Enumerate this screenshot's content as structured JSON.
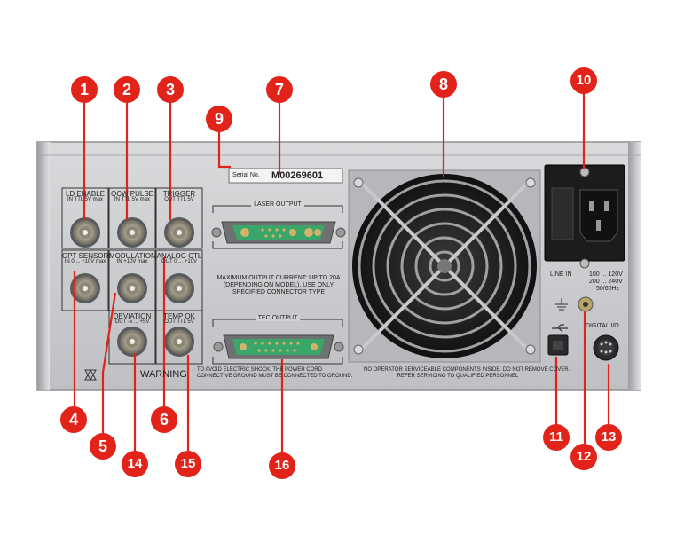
{
  "device": {
    "serial_label": "Serial No.",
    "serial_number": "M00269601",
    "connector_groups": {
      "ld_enable": {
        "title": "LD ENABLE",
        "sub": "IN  TTL 5V max"
      },
      "qcw_pulse": {
        "title": "QCW PULSE",
        "sub": "IN  TTL 5V max"
      },
      "trigger": {
        "title": "TRIGGER",
        "sub": "OUT TTL 5V"
      },
      "opt_sensor": {
        "title": "OPT SENSOR",
        "sub": "IN  0 ... +10V max"
      },
      "modulation": {
        "title": "MODULATION",
        "sub": "IN  +10V max"
      },
      "analog_ctl": {
        "title": "ANALOG CTL",
        "sub": "OUT  0 ... +10V"
      },
      "deviation": {
        "title": "DEVIATION",
        "sub": "OUT  -5 ... +5V"
      },
      "temp_ok": {
        "title": "TEMP OK",
        "sub": "OUT TTL 5V"
      }
    },
    "laser_output": "LASER OUTPUT",
    "tec_output": "TEC OUTPUT",
    "max_current_note": [
      "MAXIMUM OUTPUT CURRENT: UP TO 20A",
      "(DEPENDING ON MODEL). USE ONLY",
      "SPECIFIED CONNECTOR TYPE"
    ],
    "warning_title": "WARNING",
    "warning_text": [
      "TO AVOID ELECTRIC SHOCK, THE POWER CORD",
      "CONNECTIVE GROUND MUST BE CONNECTED TO GROUND."
    ],
    "service_text": [
      "NO OPERATOR SERVICEABLE COMPONENTS INSIDE. DO NOT REMOVE COVER.",
      "REFER SERVICING TO QUALIFIED PERSONNEL"
    ],
    "line_in": "LINE IN",
    "voltage": [
      "100 ... 120V",
      "200 ... 240V",
      "50/60Hz"
    ],
    "digital_io": "DIGITAL I/O"
  },
  "callouts": [
    "1",
    "2",
    "3",
    "4",
    "5",
    "6",
    "7",
    "8",
    "9",
    "10",
    "11",
    "12",
    "13",
    "14",
    "15",
    "16"
  ],
  "colors": {
    "callout": "#e2231a",
    "panel": "#c9cacc",
    "connector_green": "#3aa66a"
  }
}
